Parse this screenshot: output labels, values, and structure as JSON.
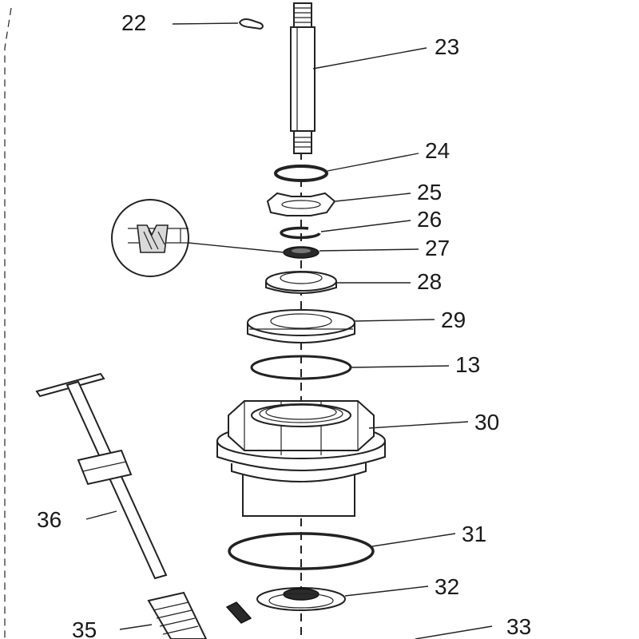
{
  "diagram": {
    "callouts": [
      {
        "id": "22"
      },
      {
        "id": "23"
      },
      {
        "id": "24"
      },
      {
        "id": "25"
      },
      {
        "id": "26"
      },
      {
        "id": "27"
      },
      {
        "id": "28"
      },
      {
        "id": "29"
      },
      {
        "id": "13"
      },
      {
        "id": "30"
      },
      {
        "id": "31"
      },
      {
        "id": "36"
      },
      {
        "id": "32"
      },
      {
        "id": "35"
      },
      {
        "id": "33"
      }
    ],
    "colors": {
      "line": "#222222",
      "background": "#ffffff"
    }
  }
}
